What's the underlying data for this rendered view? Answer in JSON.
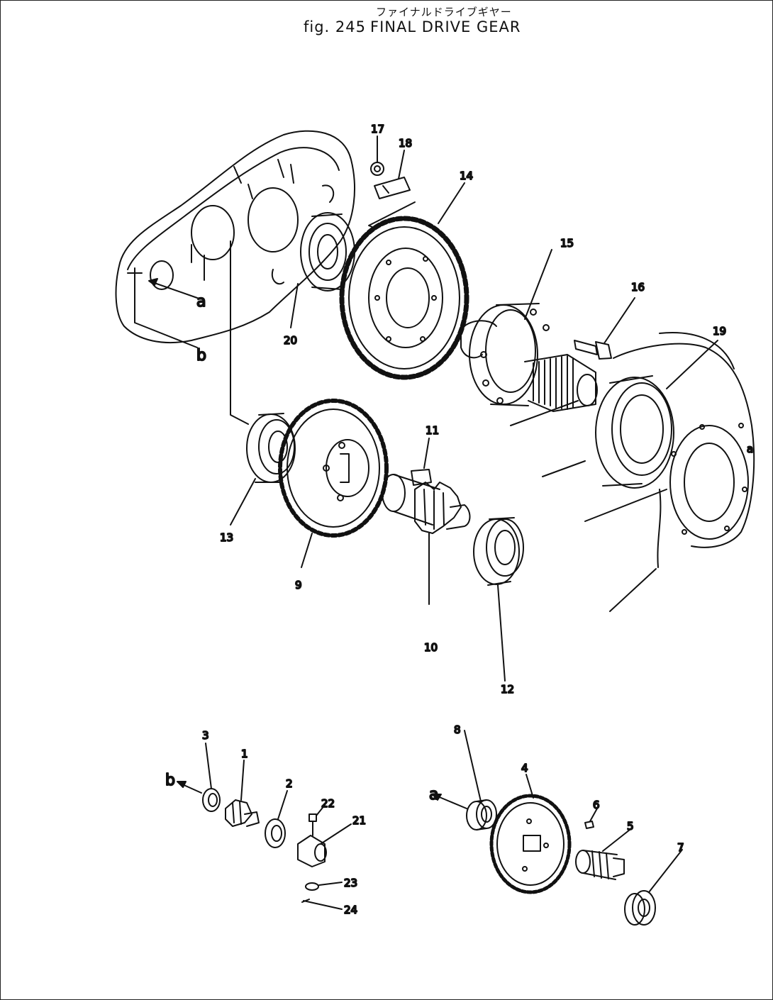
{
  "title": {
    "japanese": "ファイナルドライブギヤー",
    "fig_prefix": "fig. 245",
    "english": "FINAL DRIVE GEAR"
  },
  "callouts": {
    "p1": "1",
    "p2": "2",
    "p3": "3",
    "p4": "4",
    "p5": "5",
    "p6": "6",
    "p7": "7",
    "p8": "8",
    "p9": "9",
    "p10": "10",
    "p11": "11",
    "p12": "12",
    "p13": "13",
    "p14": "14",
    "p15": "15",
    "p16": "16",
    "p17": "17",
    "p18": "18",
    "p19": "19",
    "p20": "20",
    "p21": "21",
    "p22": "22",
    "p23": "23",
    "p24": "24"
  },
  "refs": {
    "a_upper": "a",
    "b_upper": "b",
    "a_right": "a",
    "a_lower": "a",
    "b_lower": "b"
  }
}
